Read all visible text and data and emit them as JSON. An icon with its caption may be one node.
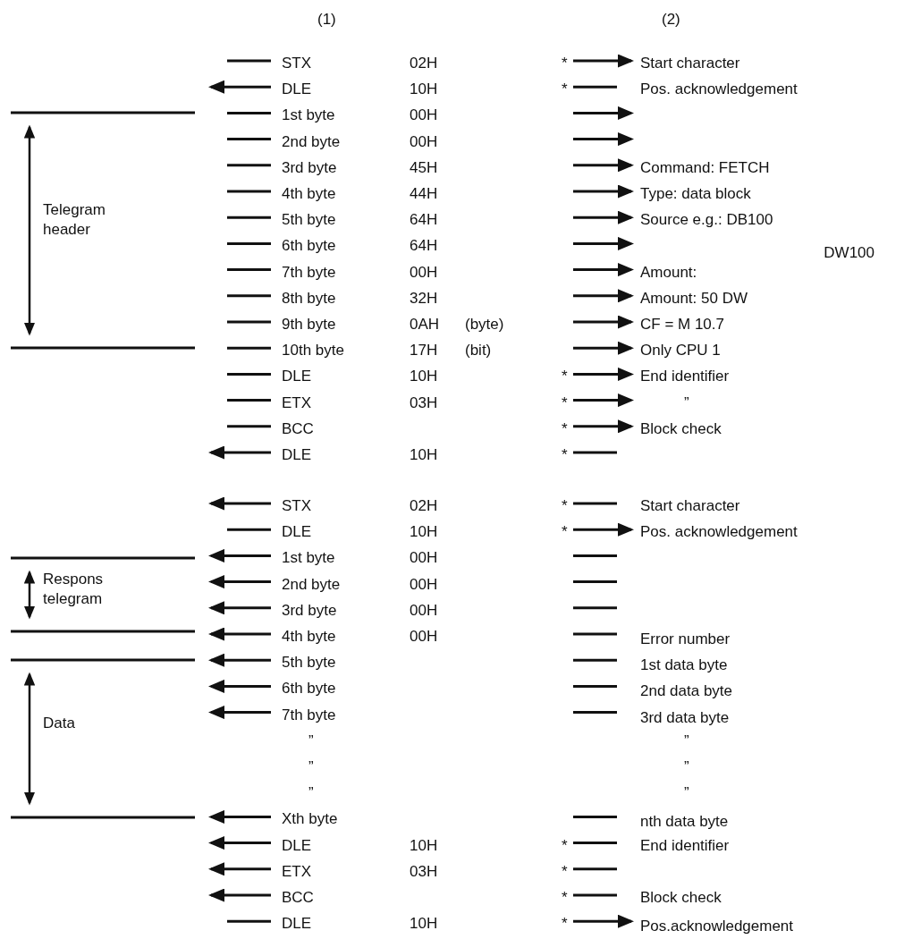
{
  "diagram": {
    "labels": [
      "(1)",
      "(2)",
      "STX",
      "02H",
      "*",
      "Start character",
      "DLE",
      "10H",
      "*",
      "Pos. acknowledgement",
      "1st byte",
      "00H",
      "2nd byte",
      "00H",
      "3rd byte",
      "45H",
      "Command: FETCH",
      "4th byte",
      "44H",
      "Type: data block",
      "Telegram header",
      "5th byte",
      "64H",
      "Source e.g.: DB100",
      "6th byte",
      "64H",
      "DW100",
      "7th byte",
      "00H",
      "Amount:",
      "8th byte",
      "32H",
      "Amount: 50 DW",
      "9th byte",
      "0AH",
      "(byte)",
      "CF = M 10.7",
      "10th byte",
      "17H",
      "(bit)",
      "Only CPU 1",
      "DLE",
      "10H",
      "*",
      "End identifier",
      "ETX",
      "03H",
      "*",
      "”",
      "BCC",
      "*",
      "Block check",
      "DLE",
      "10H",
      "*",
      "STX",
      "02H",
      "*",
      "Start character",
      "DLE",
      "10H",
      "*",
      "Pos. acknowledgement",
      "Respons telegram",
      "1st byte",
      "00H",
      "2nd byte",
      "00H",
      "3rd byte",
      "00H",
      "4th byte",
      "00H",
      "Error number",
      "5th byte",
      "1st data byte",
      "Data",
      "6th byte",
      "2nd data byte",
      "7th byte",
      "3rd data byte",
      "”",
      "”",
      "”",
      "”",
      "”",
      "”",
      "Xth byte",
      "nth data byte",
      "DLE",
      "10H",
      "*",
      "End identifier",
      "ETX",
      "03H",
      "*",
      "BCC",
      "*",
      "Block check",
      "DLE",
      "10H",
      "*",
      "Pos.acknowledgement"
    ]
  }
}
